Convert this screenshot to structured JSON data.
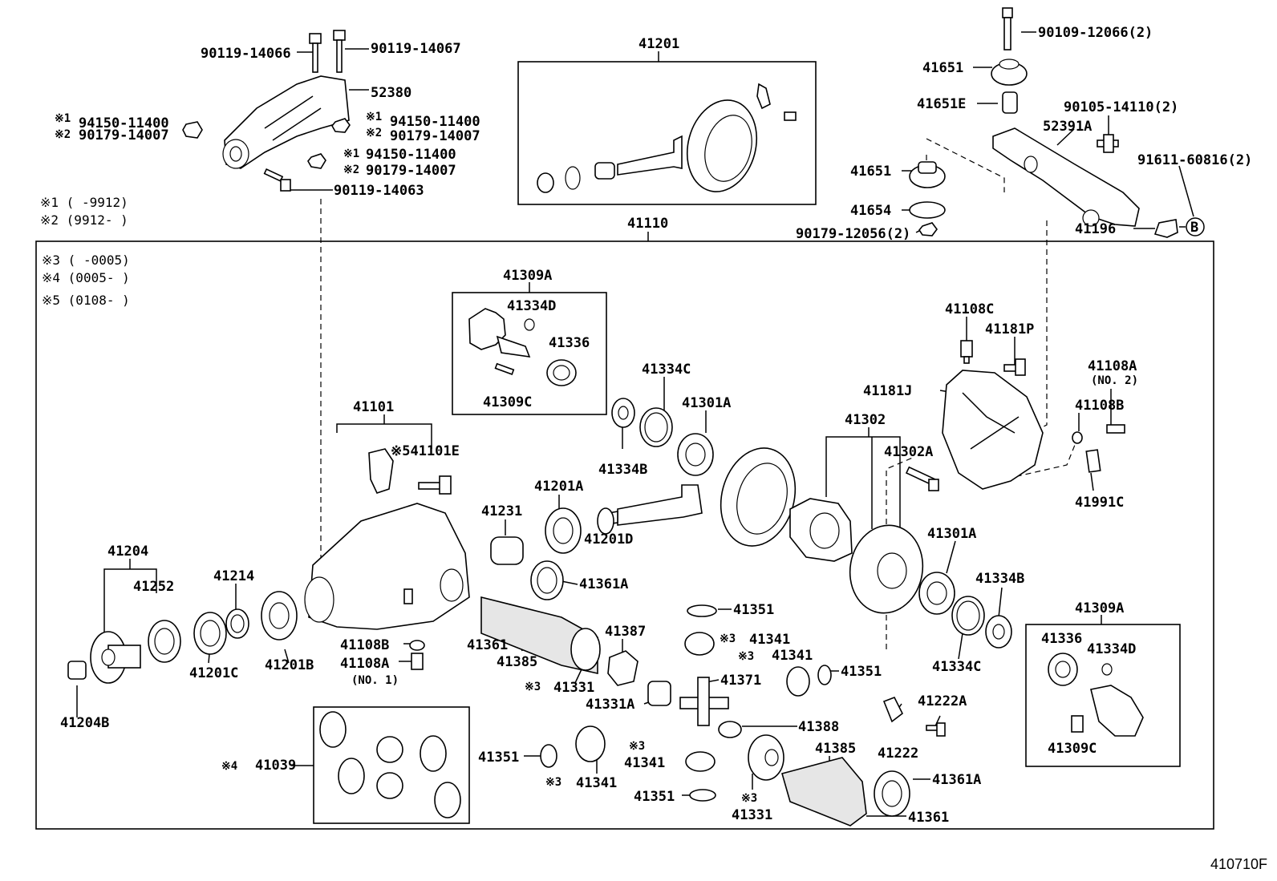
{
  "figure_no": "410710F",
  "notes": {
    "n1": "※1 (     -9912)",
    "n2": "※2 (9912-      )",
    "n3": "※3 (     -0005)",
    "n4": "※4 (0005-      )",
    "n5": "※5 (0108-      )"
  },
  "labels": {
    "p90119_14066": "90119-14066",
    "p90119_14067": "90119-14067",
    "p52380": "52380",
    "m1a": "※1",
    "p94150_11400_a": "94150-11400",
    "m2a": "※2",
    "p90179_14007_a": "90179-14007",
    "m1b": "※1",
    "p94150_11400_b": "94150-11400",
    "m2b": "※2",
    "p90179_14007_b": "90179-14007",
    "m1c": "※1",
    "p94150_11400_c": "94150-11400",
    "m2c": "※2",
    "p90179_14007_c": "90179-14007",
    "p90119_14063": "90119-14063",
    "p41201": "41201",
    "p41110": "41110",
    "p90109_12066": "90109-12066(2)",
    "p41651_top": "41651",
    "p41651E": "41651E",
    "p90105_14110": "90105-14110(2)",
    "p52391A": "52391A",
    "p91611_60816": "91611-60816(2)",
    "p41651_mid": "41651",
    "p41654": "41654",
    "p90179_12056": "90179-12056(2)",
    "p41196": "41196",
    "circleB": "B",
    "p41309A_top": "41309A",
    "p41334D_top": "41334D",
    "p41336_top": "41336",
    "p41309C_top": "41309C",
    "p41101": "41101",
    "p41101E": "※541101E",
    "p41334C_top": "41334C",
    "p41301A_top": "41301A",
    "p41334B_top": "41334B",
    "p41108C": "41108C",
    "p41181P": "41181P",
    "p41108A_top": "41108A",
    "no2": "(NO. 2)",
    "p41181J": "41181J",
    "p41302": "41302",
    "p41108B_right": "41108B",
    "p41302A": "41302A",
    "p41991C": "41991C",
    "p41231": "41231",
    "p41201A": "41201A",
    "p41201D": "41201D",
    "p41301A_mid": "41301A",
    "p41334B_mid": "41334B",
    "p41204": "41204",
    "p41252": "41252",
    "p41214": "41214",
    "p41361A_top": "41361A",
    "p41351_a": "41351",
    "m3a": "※3",
    "p41341_a": "41341",
    "m3b": "※3",
    "p41341_b": "41341",
    "p41351_b": "41351",
    "p41309A_bot": "41309A",
    "p41336_bot": "41336",
    "p41334D_bot": "41334D",
    "p41334C_mid": "41334C",
    "p41201C": "41201C",
    "p41201B": "41201B",
    "p41108B_left": "41108B",
    "p41108A_left": "41108A",
    "no1": "(NO. 1)",
    "p41361_top": "41361",
    "p41385_top": "41385",
    "p41387": "41387",
    "m3c": "※3",
    "p41331_top": "41331",
    "p41331A": "41331A",
    "p41371": "41371",
    "p41222A": "41222A",
    "p41204B": "41204B",
    "p41388": "41388",
    "p41222": "41222",
    "p41309C_bot": "41309C",
    "m4": "※4",
    "p41039": "41039",
    "p41351_c": "41351",
    "m3d": "※3",
    "p41341_c": "41341",
    "p41385_bot": "41385",
    "p41361A_bot": "41361A",
    "m3e": "※3",
    "p41341_d": "41341",
    "p41351_d": "41351",
    "m3f": "※3",
    "p41331_bot": "41331",
    "p41361_bot": "41361"
  }
}
